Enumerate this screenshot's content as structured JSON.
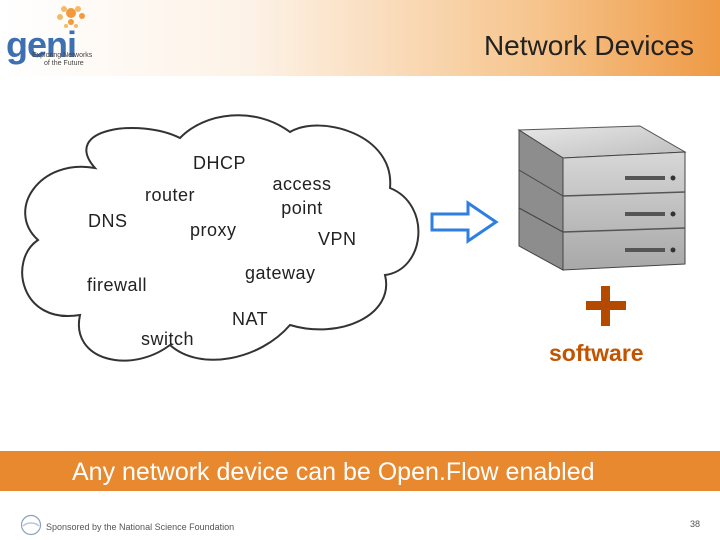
{
  "header": {
    "logo_text": "geni",
    "logo_tagline_1": "Exploring Networks",
    "logo_tagline_2": "of the Future",
    "title": "Network Devices"
  },
  "cloud_labels": [
    "DHCP",
    "router",
    "access point",
    "DNS",
    "proxy",
    "VPN",
    "gateway",
    "firewall",
    "NAT",
    "switch"
  ],
  "software_label": "software",
  "banner_text": "Any network device can be Open.Flow enabled",
  "footer": {
    "sponsor": "Sponsored by the National Science Foundation",
    "page": "38"
  },
  "colors": {
    "header_accent": "#ee9a45",
    "banner": "#e8892f",
    "software_text": "#c25400",
    "plus": "#b34a00",
    "arrow": "#2e7fe0"
  },
  "icons": [
    "geni-logo",
    "cloud",
    "arrow-right-icon",
    "server-stack-icon",
    "plus-icon",
    "nsf-logo"
  ]
}
